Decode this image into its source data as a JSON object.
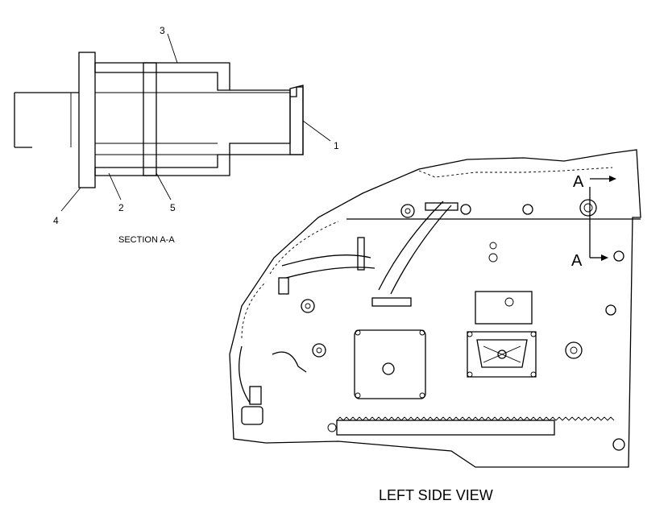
{
  "section": {
    "title": "SECTION A-A",
    "callouts": {
      "c1": "1",
      "c2": "2",
      "c3": "3",
      "c4": "4",
      "c5": "5"
    }
  },
  "side_view": {
    "title": "LEFT SIDE VIEW",
    "section_marker_top": "A",
    "section_marker_bottom": "A"
  }
}
